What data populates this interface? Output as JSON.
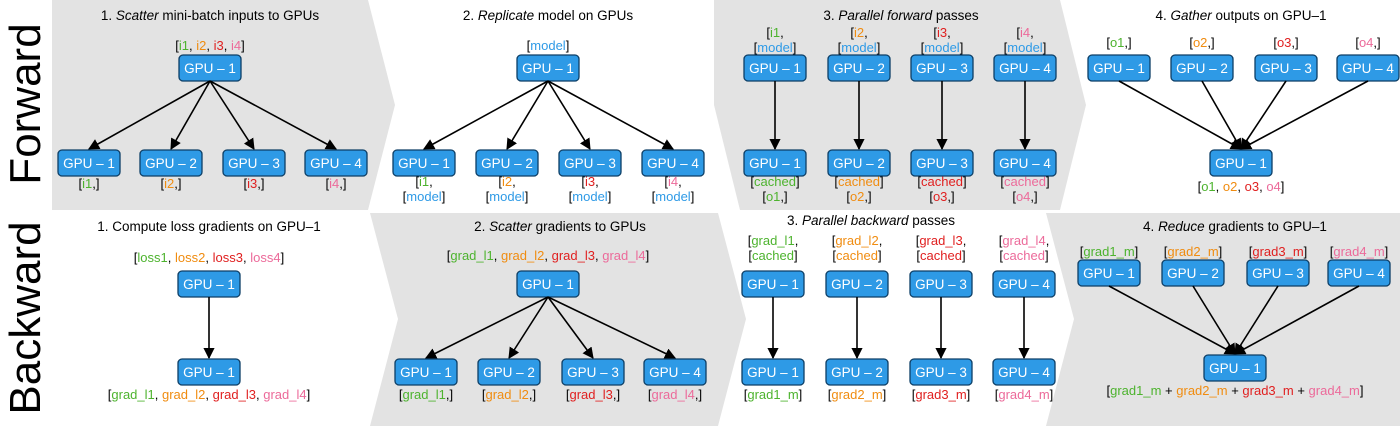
{
  "row_labels": {
    "forward": "Forward",
    "backward": "Backward"
  },
  "gpu_labels": [
    "GPU – 1",
    "GPU – 2",
    "GPU – 3",
    "GPU – 4"
  ],
  "colors": {
    "box": "#2e9ae6",
    "box_border": "#0d3f66",
    "blue": "#2e9ae6",
    "green": "#4db32e",
    "orange": "#f08c10",
    "red": "#e02020",
    "pink": "#ec6a9a",
    "panel_shade": "#e3e3e3"
  },
  "forward": {
    "p1": {
      "title": [
        {
          "t": "1. "
        },
        {
          "t": "Scatter",
          "i": true
        },
        {
          "t": " mini-batch inputs to GPUs"
        }
      ],
      "top": [
        {
          "t": "[",
          "c": "k"
        },
        {
          "t": "i1",
          "c": "g"
        },
        {
          "t": ", ",
          "c": "k"
        },
        {
          "t": "i2",
          "c": "o"
        },
        {
          "t": ", ",
          "c": "k"
        },
        {
          "t": "i3",
          "c": "r"
        },
        {
          "t": ", ",
          "c": "k"
        },
        {
          "t": "i4",
          "c": "p"
        },
        {
          "t": "]",
          "c": "k"
        }
      ],
      "bottom": [
        [
          [
            {
              "t": "[",
              "c": "k"
            },
            {
              "t": "i1",
              "c": "g"
            },
            {
              "t": ",]",
              "c": "k"
            }
          ]
        ],
        [
          [
            {
              "t": "[",
              "c": "k"
            },
            {
              "t": "i2",
              "c": "o"
            },
            {
              "t": ",]",
              "c": "k"
            }
          ]
        ],
        [
          [
            {
              "t": "[",
              "c": "k"
            },
            {
              "t": "i3",
              "c": "r"
            },
            {
              "t": ",]",
              "c": "k"
            }
          ]
        ],
        [
          [
            {
              "t": "[",
              "c": "k"
            },
            {
              "t": "i4",
              "c": "p"
            },
            {
              "t": ",]",
              "c": "k"
            }
          ]
        ]
      ]
    },
    "p2": {
      "title": [
        {
          "t": "2. "
        },
        {
          "t": "Replicate",
          "i": true
        },
        {
          "t": " model on GPUs"
        }
      ],
      "top": [
        {
          "t": "[",
          "c": "k"
        },
        {
          "t": "model",
          "c": "b"
        },
        {
          "t": "]",
          "c": "k"
        }
      ],
      "bottom": [
        [
          [
            {
              "t": "[",
              "c": "k"
            },
            {
              "t": "i1",
              "c": "g"
            },
            {
              "t": ",",
              "c": "k"
            }
          ],
          [
            {
              "t": "[",
              "c": "k"
            },
            {
              "t": "model",
              "c": "b"
            },
            {
              "t": "]",
              "c": "k"
            }
          ]
        ],
        [
          [
            {
              "t": "[",
              "c": "k"
            },
            {
              "t": "i2",
              "c": "o"
            },
            {
              "t": ",",
              "c": "k"
            }
          ],
          [
            {
              "t": "[",
              "c": "k"
            },
            {
              "t": "model",
              "c": "b"
            },
            {
              "t": "]",
              "c": "k"
            }
          ]
        ],
        [
          [
            {
              "t": "[",
              "c": "k"
            },
            {
              "t": "i3",
              "c": "r"
            },
            {
              "t": ",",
              "c": "k"
            }
          ],
          [
            {
              "t": "[",
              "c": "k"
            },
            {
              "t": "model",
              "c": "b"
            },
            {
              "t": "]",
              "c": "k"
            }
          ]
        ],
        [
          [
            {
              "t": "[",
              "c": "k"
            },
            {
              "t": "i4",
              "c": "p"
            },
            {
              "t": ",",
              "c": "k"
            }
          ],
          [
            {
              "t": "[",
              "c": "k"
            },
            {
              "t": "model",
              "c": "b"
            },
            {
              "t": "]",
              "c": "k"
            }
          ]
        ]
      ]
    },
    "p3": {
      "title": [
        {
          "t": "3. "
        },
        {
          "t": "Parallel forward",
          "i": true
        },
        {
          "t": " passes"
        }
      ],
      "top": [
        [
          [
            {
              "t": "[",
              "c": "k"
            },
            {
              "t": "i1",
              "c": "g"
            },
            {
              "t": ",",
              "c": "k"
            }
          ],
          [
            {
              "t": "[",
              "c": "k"
            },
            {
              "t": "model",
              "c": "b"
            },
            {
              "t": "]",
              "c": "k"
            }
          ]
        ],
        [
          [
            {
              "t": "[",
              "c": "k"
            },
            {
              "t": "i2",
              "c": "o"
            },
            {
              "t": ",",
              "c": "k"
            }
          ],
          [
            {
              "t": "[",
              "c": "k"
            },
            {
              "t": "model",
              "c": "b"
            },
            {
              "t": "]",
              "c": "k"
            }
          ]
        ],
        [
          [
            {
              "t": "[",
              "c": "k"
            },
            {
              "t": "i3",
              "c": "r"
            },
            {
              "t": ",",
              "c": "k"
            }
          ],
          [
            {
              "t": "[",
              "c": "k"
            },
            {
              "t": "model",
              "c": "b"
            },
            {
              "t": "]",
              "c": "k"
            }
          ]
        ],
        [
          [
            {
              "t": "[",
              "c": "k"
            },
            {
              "t": "i4",
              "c": "p"
            },
            {
              "t": ",",
              "c": "k"
            }
          ],
          [
            {
              "t": "[",
              "c": "k"
            },
            {
              "t": "model",
              "c": "b"
            },
            {
              "t": "]",
              "c": "k"
            }
          ]
        ]
      ],
      "bottom": [
        [
          [
            {
              "t": "[",
              "c": "k"
            },
            {
              "t": "cached",
              "c": "g"
            },
            {
              "t": "]",
              "c": "k"
            }
          ],
          [
            {
              "t": "[",
              "c": "k"
            },
            {
              "t": "o1",
              "c": "g"
            },
            {
              "t": ",]",
              "c": "k"
            }
          ]
        ],
        [
          [
            {
              "t": "[",
              "c": "k"
            },
            {
              "t": "cached",
              "c": "o"
            },
            {
              "t": "]",
              "c": "k"
            }
          ],
          [
            {
              "t": "[",
              "c": "k"
            },
            {
              "t": "o2",
              "c": "o"
            },
            {
              "t": ",]",
              "c": "k"
            }
          ]
        ],
        [
          [
            {
              "t": "[",
              "c": "k"
            },
            {
              "t": "cached",
              "c": "r"
            },
            {
              "t": "]",
              "c": "k"
            }
          ],
          [
            {
              "t": "[",
              "c": "k"
            },
            {
              "t": "o3",
              "c": "r"
            },
            {
              "t": ",]",
              "c": "k"
            }
          ]
        ],
        [
          [
            {
              "t": "[",
              "c": "k"
            },
            {
              "t": "cached",
              "c": "p"
            },
            {
              "t": "]",
              "c": "k"
            }
          ],
          [
            {
              "t": "[",
              "c": "k"
            },
            {
              "t": "o4",
              "c": "p"
            },
            {
              "t": ",]",
              "c": "k"
            }
          ]
        ]
      ]
    },
    "p4": {
      "title": [
        {
          "t": "4. "
        },
        {
          "t": "Gather",
          "i": true
        },
        {
          "t": " outputs on GPU–1"
        }
      ],
      "top": [
        [
          [
            {
              "t": "[",
              "c": "k"
            },
            {
              "t": "o1",
              "c": "g"
            },
            {
              "t": ",]",
              "c": "k"
            }
          ]
        ],
        [
          [
            {
              "t": "[",
              "c": "k"
            },
            {
              "t": "o2",
              "c": "o"
            },
            {
              "t": ",]",
              "c": "k"
            }
          ]
        ],
        [
          [
            {
              "t": "[",
              "c": "k"
            },
            {
              "t": "o3",
              "c": "r"
            },
            {
              "t": ",]",
              "c": "k"
            }
          ]
        ],
        [
          [
            {
              "t": "[",
              "c": "k"
            },
            {
              "t": "o4",
              "c": "p"
            },
            {
              "t": ",]",
              "c": "k"
            }
          ]
        ]
      ],
      "bottom": [
        {
          "t": "[",
          "c": "k"
        },
        {
          "t": "o1",
          "c": "g"
        },
        {
          "t": ", ",
          "c": "k"
        },
        {
          "t": "o2",
          "c": "o"
        },
        {
          "t": ", ",
          "c": "k"
        },
        {
          "t": "o3",
          "c": "r"
        },
        {
          "t": ", ",
          "c": "k"
        },
        {
          "t": "o4",
          "c": "p"
        },
        {
          "t": "]",
          "c": "k"
        }
      ]
    }
  },
  "backward": {
    "p1": {
      "title": [
        {
          "t": "1. Compute loss gradients on GPU–1"
        }
      ],
      "top": [
        {
          "t": "[",
          "c": "k"
        },
        {
          "t": "loss1",
          "c": "g"
        },
        {
          "t": ", ",
          "c": "k"
        },
        {
          "t": "loss2",
          "c": "o"
        },
        {
          "t": ", ",
          "c": "k"
        },
        {
          "t": "loss3",
          "c": "r"
        },
        {
          "t": ", ",
          "c": "k"
        },
        {
          "t": "loss4",
          "c": "p"
        },
        {
          "t": "]",
          "c": "k"
        }
      ],
      "bottom": [
        {
          "t": "[",
          "c": "k"
        },
        {
          "t": "grad_l1",
          "c": "g"
        },
        {
          "t": ", ",
          "c": "k"
        },
        {
          "t": "grad_l2",
          "c": "o"
        },
        {
          "t": ", ",
          "c": "k"
        },
        {
          "t": "grad_l3",
          "c": "r"
        },
        {
          "t": ", ",
          "c": "k"
        },
        {
          "t": "grad_l4",
          "c": "p"
        },
        {
          "t": "]",
          "c": "k"
        }
      ]
    },
    "p2": {
      "title": [
        {
          "t": "2. "
        },
        {
          "t": "Scatter",
          "i": true
        },
        {
          "t": " gradients to GPUs"
        }
      ],
      "top": [
        {
          "t": "[",
          "c": "k"
        },
        {
          "t": "grad_l1",
          "c": "g"
        },
        {
          "t": ", ",
          "c": "k"
        },
        {
          "t": "grad_l2",
          "c": "o"
        },
        {
          "t": ", ",
          "c": "k"
        },
        {
          "t": "grad_l3",
          "c": "r"
        },
        {
          "t": ", ",
          "c": "k"
        },
        {
          "t": "grad_l4",
          "c": "p"
        },
        {
          "t": "]",
          "c": "k"
        }
      ],
      "bottom": [
        [
          [
            {
              "t": "[",
              "c": "k"
            },
            {
              "t": "grad_l1",
              "c": "g"
            },
            {
              "t": ",]",
              "c": "k"
            }
          ]
        ],
        [
          [
            {
              "t": "[",
              "c": "k"
            },
            {
              "t": "grad_l2",
              "c": "o"
            },
            {
              "t": ",]",
              "c": "k"
            }
          ]
        ],
        [
          [
            {
              "t": "[",
              "c": "k"
            },
            {
              "t": "grad_l3",
              "c": "r"
            },
            {
              "t": ",]",
              "c": "k"
            }
          ]
        ],
        [
          [
            {
              "t": "[",
              "c": "k"
            },
            {
              "t": "grad_l4",
              "c": "p"
            },
            {
              "t": ",]",
              "c": "k"
            }
          ]
        ]
      ]
    },
    "p3": {
      "title": [
        {
          "t": "3. "
        },
        {
          "t": "Parallel backward",
          "i": true
        },
        {
          "t": " passes"
        }
      ],
      "top": [
        [
          [
            {
              "t": "[",
              "c": "k"
            },
            {
              "t": "grad_l1",
              "c": "g"
            },
            {
              "t": ",",
              "c": "k"
            }
          ],
          [
            {
              "t": "[",
              "c": "k"
            },
            {
              "t": "cached",
              "c": "g"
            },
            {
              "t": "]",
              "c": "k"
            }
          ]
        ],
        [
          [
            {
              "t": "[",
              "c": "k"
            },
            {
              "t": "grad_l2",
              "c": "o"
            },
            {
              "t": ",",
              "c": "k"
            }
          ],
          [
            {
              "t": "[",
              "c": "k"
            },
            {
              "t": "cached",
              "c": "o"
            },
            {
              "t": "]",
              "c": "k"
            }
          ]
        ],
        [
          [
            {
              "t": "[",
              "c": "k"
            },
            {
              "t": "grad_l3",
              "c": "r"
            },
            {
              "t": ",",
              "c": "k"
            }
          ],
          [
            {
              "t": "[",
              "c": "k"
            },
            {
              "t": "cached",
              "c": "r"
            },
            {
              "t": "]",
              "c": "k"
            }
          ]
        ],
        [
          [
            {
              "t": "[",
              "c": "k"
            },
            {
              "t": "grad_l4",
              "c": "p"
            },
            {
              "t": ",",
              "c": "k"
            }
          ],
          [
            {
              "t": "[",
              "c": "k"
            },
            {
              "t": "cached",
              "c": "p"
            },
            {
              "t": "]",
              "c": "k"
            }
          ]
        ]
      ],
      "bottom": [
        [
          [
            {
              "t": "[",
              "c": "k"
            },
            {
              "t": "grad1_m",
              "c": "g"
            },
            {
              "t": "]",
              "c": "k"
            }
          ]
        ],
        [
          [
            {
              "t": "[",
              "c": "k"
            },
            {
              "t": "grad2_m",
              "c": "o"
            },
            {
              "t": "]",
              "c": "k"
            }
          ]
        ],
        [
          [
            {
              "t": "[",
              "c": "k"
            },
            {
              "t": "grad3_m",
              "c": "r"
            },
            {
              "t": "]",
              "c": "k"
            }
          ]
        ],
        [
          [
            {
              "t": "[",
              "c": "k"
            },
            {
              "t": "grad4_m",
              "c": "p"
            },
            {
              "t": "]",
              "c": "k"
            }
          ]
        ]
      ]
    },
    "p4": {
      "title": [
        {
          "t": "4. "
        },
        {
          "t": "Reduce",
          "i": true
        },
        {
          "t": " gradients to GPU–1"
        }
      ],
      "top": [
        [
          [
            {
              "t": "[",
              "c": "k"
            },
            {
              "t": "grad1_m",
              "c": "g"
            },
            {
              "t": "]",
              "c": "k"
            }
          ]
        ],
        [
          [
            {
              "t": "[",
              "c": "k"
            },
            {
              "t": "grad2_m",
              "c": "o"
            },
            {
              "t": "]",
              "c": "k"
            }
          ]
        ],
        [
          [
            {
              "t": "[",
              "c": "k"
            },
            {
              "t": "grad3_m",
              "c": "r"
            },
            {
              "t": "]",
              "c": "k"
            }
          ]
        ],
        [
          [
            {
              "t": "[",
              "c": "k"
            },
            {
              "t": "grad4_m",
              "c": "p"
            },
            {
              "t": "]",
              "c": "k"
            }
          ]
        ]
      ],
      "bottom": [
        {
          "t": "[",
          "c": "k"
        },
        {
          "t": "grad1_m",
          "c": "g"
        },
        {
          "t": " + ",
          "c": "k"
        },
        {
          "t": "grad2_m",
          "c": "o"
        },
        {
          "t": " + ",
          "c": "k"
        },
        {
          "t": "grad3_m",
          "c": "r"
        },
        {
          "t": " + ",
          "c": "k"
        },
        {
          "t": "grad4_m",
          "c": "p"
        },
        {
          "t": "]",
          "c": "k"
        }
      ]
    }
  }
}
